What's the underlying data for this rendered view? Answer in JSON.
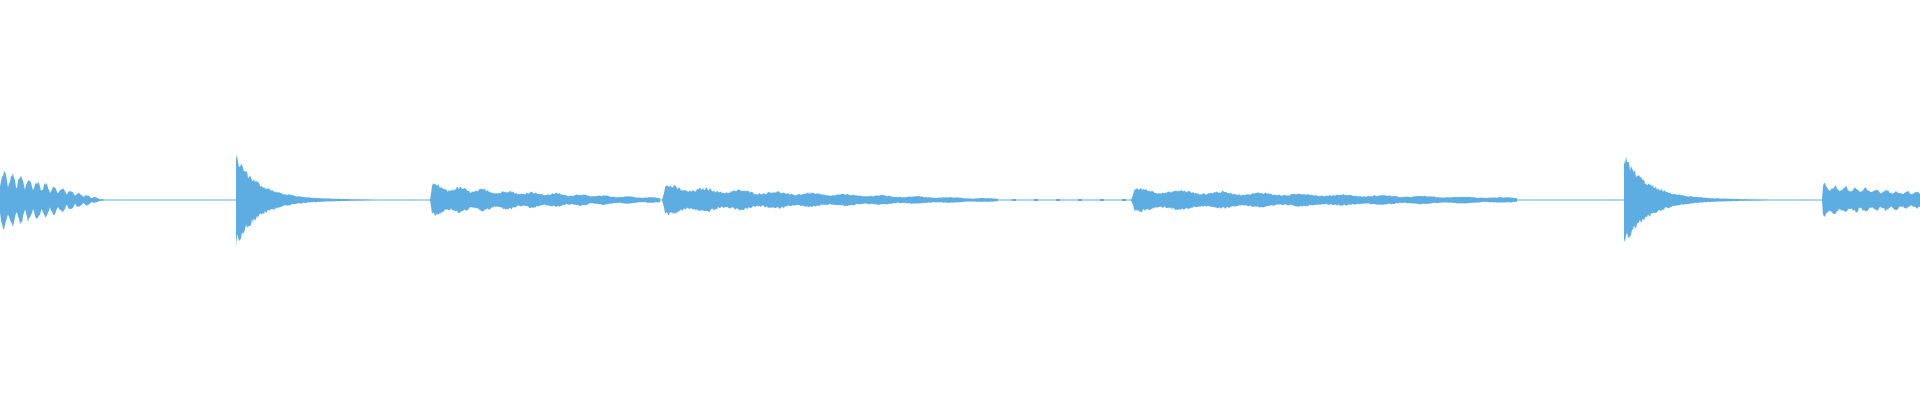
{
  "waveform": {
    "color": "#5dade2",
    "background": "#ffffff",
    "segments": [
      {
        "name": "burst-1",
        "start": 0.0,
        "end": 0.055,
        "attack": 0.7,
        "decay": 0.8,
        "kind": "tremolo"
      },
      {
        "name": "burst-2",
        "start": 0.123,
        "end": 0.22,
        "attack": 1.0,
        "decay": 0.92,
        "kind": "pluck"
      },
      {
        "name": "burst-3",
        "start": 0.224,
        "end": 0.344,
        "attack": 0.4,
        "decay": 0.85,
        "kind": "sustain"
      },
      {
        "name": "burst-4",
        "start": 0.345,
        "end": 0.52,
        "attack": 0.38,
        "decay": 0.9,
        "kind": "sustain"
      },
      {
        "name": "burst-5",
        "start": 0.589,
        "end": 0.79,
        "attack": 0.3,
        "decay": 0.8,
        "kind": "sustain"
      },
      {
        "name": "burst-6",
        "start": 0.846,
        "end": 0.948,
        "attack": 1.0,
        "decay": 0.92,
        "kind": "pluck"
      },
      {
        "name": "burst-7",
        "start": 0.949,
        "end": 1.0,
        "attack": 0.4,
        "decay": 0.5,
        "kind": "sustain"
      }
    ]
  }
}
